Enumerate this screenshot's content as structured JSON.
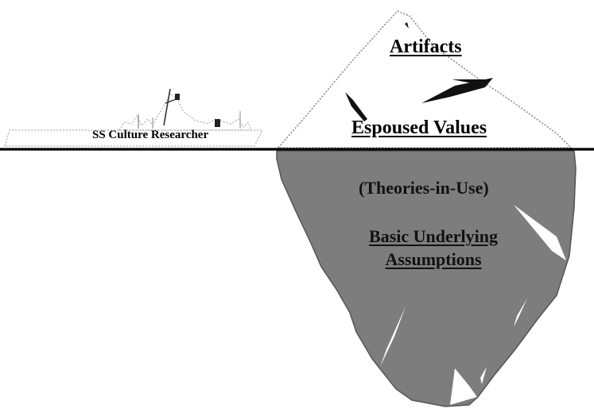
{
  "iceberg": {
    "artifacts_label": "Artifacts",
    "espoused_values_label": "Espoused Values",
    "theories_label": "(Theories-in-Use)",
    "assumptions_label_line1": "Basic Underlying",
    "assumptions_label_line2": "Assumptions"
  },
  "ship": {
    "name": "SS Culture Researcher"
  },
  "colors": {
    "underwater_ice": "#7d7d7d",
    "above_water_ice": "#ffffff",
    "waterline": "#000000",
    "ice_cracks": "#ffffff"
  }
}
